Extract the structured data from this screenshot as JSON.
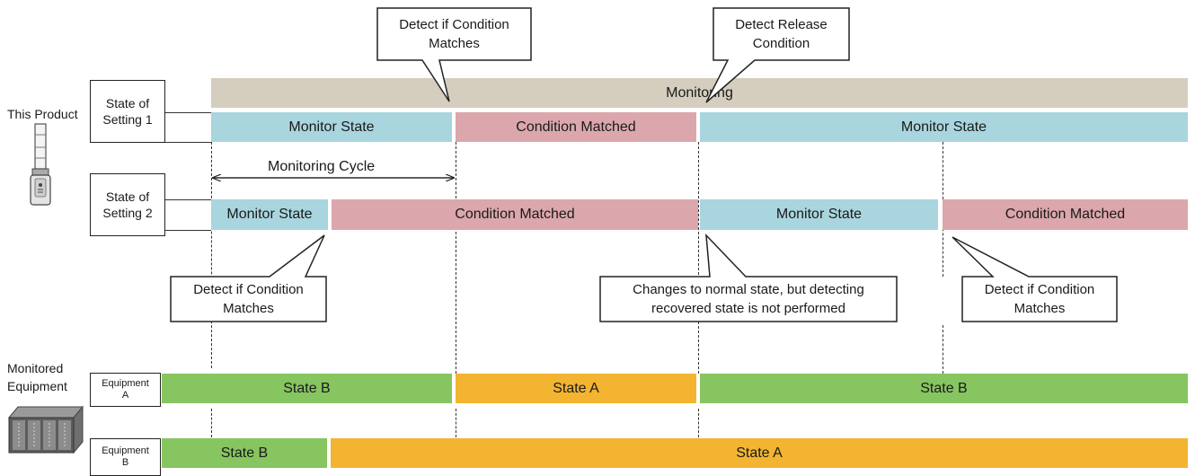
{
  "product": {
    "label": "This Product",
    "setting1": "State of\nSetting 1",
    "setting2": "State of\nSetting 2"
  },
  "equipment": {
    "label": "Monitored\nEquipment",
    "a": "Equipment\nA",
    "b": "Equipment\nB"
  },
  "monitoring_bar": "Monitoring",
  "monitoring_cycle": "Monitoring Cycle",
  "setting1_bars": [
    "Monitor State",
    "Condition Matched",
    "Monitor State"
  ],
  "setting2_bars": [
    "Monitor State",
    "Condition Matched",
    "Monitor State",
    "Condition Matched"
  ],
  "equipA_bars": [
    "State B",
    "State A",
    "State B"
  ],
  "equipB_bars": [
    "State B",
    "State A"
  ],
  "callouts": {
    "detect_top": "Detect if Condition\nMatches",
    "release_top": "Detect Release\nCondition",
    "detect_bottom_left": "Detect if Condition\nMatches",
    "changes_normal": "Changes to normal state, but detecting\nrecovered state is not performed",
    "detect_bottom_right": "Detect if Condition\nMatches"
  },
  "colors": {
    "monitoring": "#d5cebe",
    "monitor_state": "#a9d5de",
    "condition_matched": "#dba7ac",
    "state_b": "#86c560",
    "state_a": "#f3b431"
  }
}
